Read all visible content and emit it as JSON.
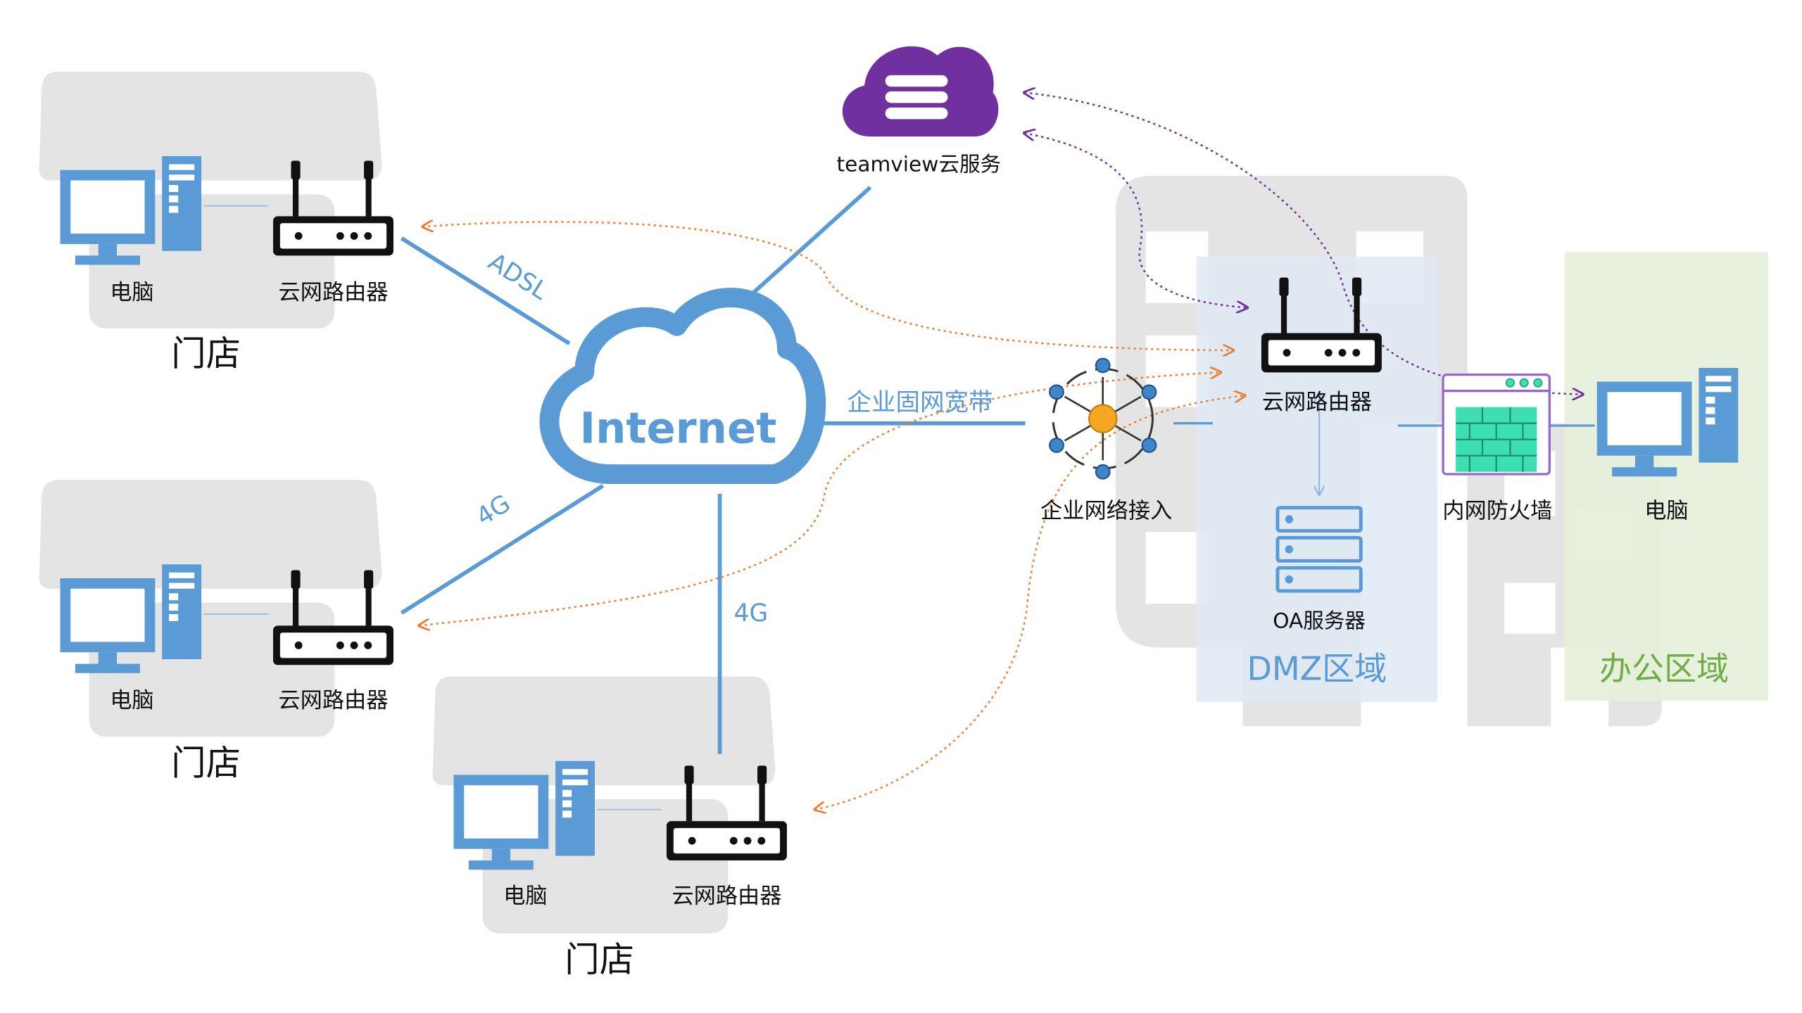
{
  "labels": {
    "teamview": "teamview云服务",
    "internet": "Internet",
    "adsl": "ADSL",
    "enterprise_line": "企业固网宽带",
    "fourg_left": "4G",
    "fourg_bottom": "4G",
    "access": "企业网络接入",
    "hq_router": "云网路由器",
    "oa_server": "OA服务器",
    "firewall": "内网防火墙",
    "office_pc": "电脑",
    "dmz_zone": "DMZ区域",
    "office_zone": "办公区域"
  },
  "stores": [
    {
      "pc": "电脑",
      "router": "云网路由器",
      "name": "门店"
    },
    {
      "pc": "电脑",
      "router": "云网路由器",
      "name": "门店"
    },
    {
      "pc": "电脑",
      "router": "云网路由器",
      "name": "门店"
    }
  ],
  "colors": {
    "link_blue": "#5b9bd5",
    "zone_gray": "#e4e4e4",
    "dmz_fill": "#dfe9f5",
    "office_fill": "#e6f0da",
    "office_text": "#70ad47",
    "dmz_text": "#5b9bd5",
    "vpn_orange": "#ed7d31",
    "remote_purple": "#7030a0",
    "firewall_green": "#3ddfb0",
    "firewall_frame": "#9966cc",
    "router_black": "#111111",
    "access_orange": "#f5a623"
  },
  "icons": [
    "cloud-icon",
    "server-icon",
    "router-icon",
    "computer-icon",
    "firewall-icon",
    "network-hub-icon"
  ]
}
